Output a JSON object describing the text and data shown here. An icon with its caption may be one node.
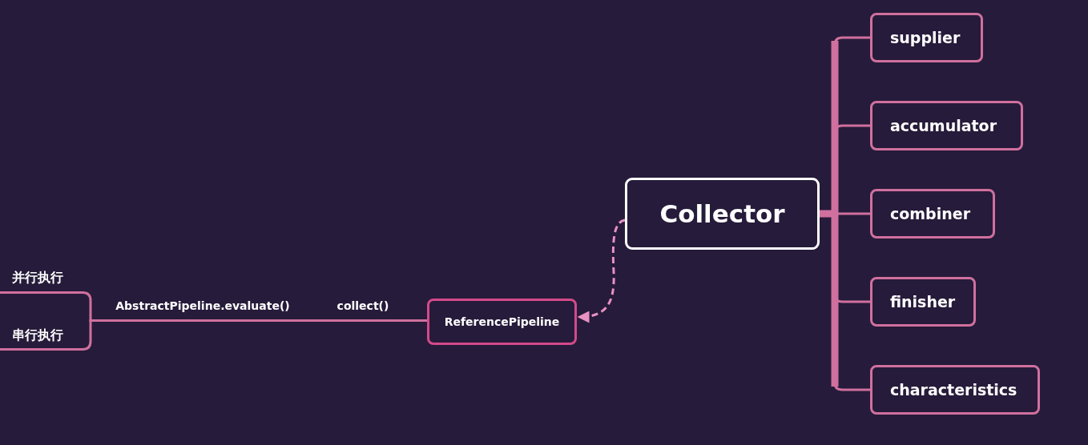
{
  "diagram": {
    "nodes": [
      {
        "text": [
          "Collector"
        ]
      },
      {
        "text": [
          "supplier"
        ]
      },
      {
        "text": [
          "accumulator"
        ]
      },
      {
        "text": [
          "combiner"
        ]
      },
      {
        "text": [
          "finisher"
        ]
      },
      {
        "text": [
          "characteristics"
        ]
      },
      {
        "text": [
          "ReferencePipeline"
        ]
      },
      {
        "text": [
          "collect()"
        ]
      },
      {
        "text": [
          "AbstractPipeline.evaluate()"
        ]
      },
      {
        "text": [
          "并行执行"
        ]
      },
      {
        "text": [
          "串行执行"
        ]
      }
    ],
    "edges": [
      {
        "from": 0,
        "to": 1,
        "arrow": "none",
        "style": "thick"
      },
      {
        "from": 0,
        "to": 2,
        "arrow": "none",
        "style": "thick"
      },
      {
        "from": 0,
        "to": 3,
        "arrow": "none",
        "style": "thick"
      },
      {
        "from": 0,
        "to": 4,
        "arrow": "none",
        "style": "thick"
      },
      {
        "from": 0,
        "to": 5,
        "arrow": "none",
        "style": "thick"
      },
      {
        "from": 0,
        "to": 6,
        "arrow": "to",
        "style": "dashed",
        "color": "#e991c3"
      },
      {
        "from": 6,
        "to": 7,
        "arrow": "none"
      },
      {
        "from": 7,
        "to": 8,
        "arrow": "none"
      },
      {
        "from": 8,
        "to": 9,
        "arrow": "none"
      },
      {
        "from": 8,
        "to": 10,
        "arrow": "none"
      }
    ]
  }
}
